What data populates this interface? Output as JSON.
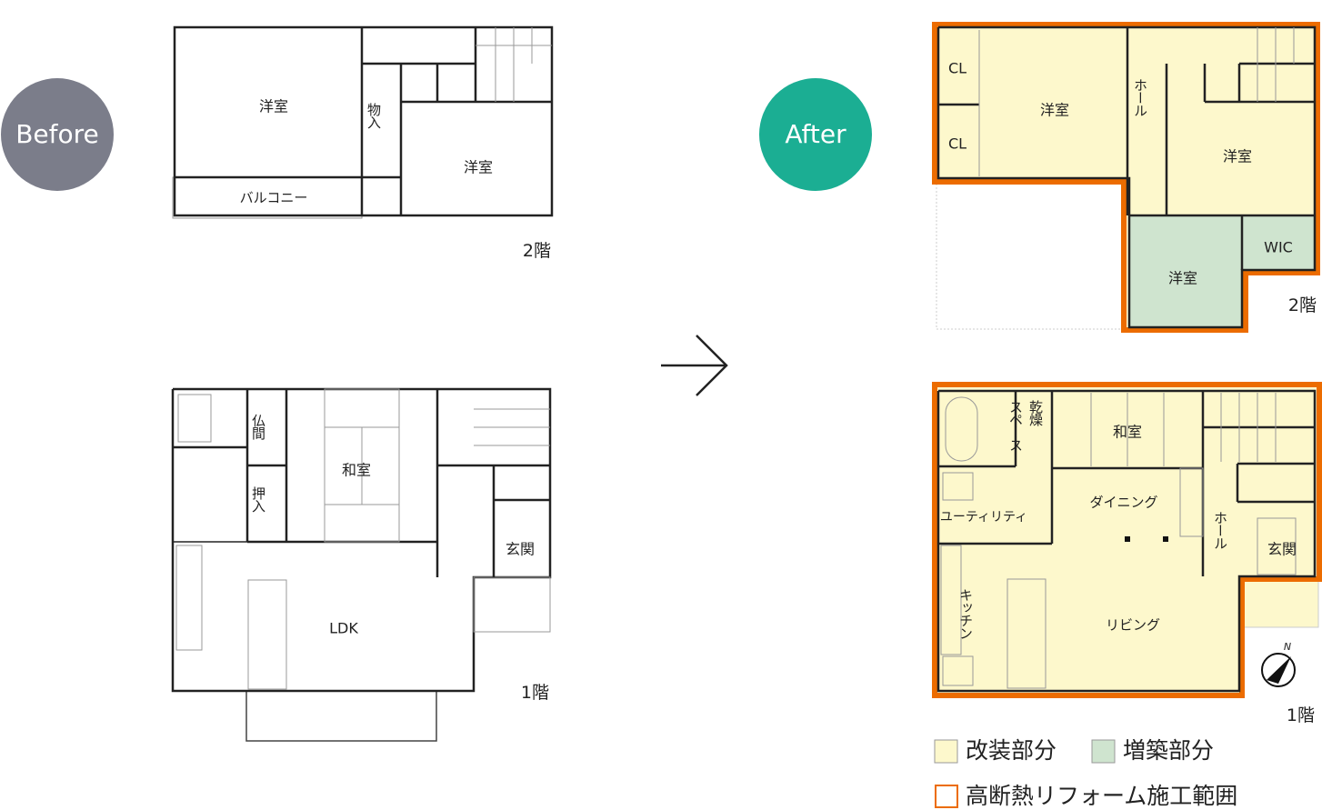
{
  "before": {
    "badge": "Before",
    "floor2": {
      "label": "2階",
      "rooms": {
        "western_left": "洋室",
        "storage": "物入",
        "western_right": "洋室",
        "balcony": "バルコニー"
      }
    },
    "floor1": {
      "label": "1階",
      "rooms": {
        "butsuma": "仏間",
        "oshiire": "押入",
        "washitsu": "和室",
        "genkan": "玄関",
        "ldk": "LDK"
      }
    }
  },
  "after": {
    "badge": "After",
    "floor2": {
      "label": "2階",
      "rooms": {
        "cl1": "CL",
        "cl2": "CL",
        "western_left": "洋室",
        "hall": "ホール",
        "western_right": "洋室",
        "western_new": "洋室",
        "wic": "WIC"
      }
    },
    "floor1": {
      "label": "1階",
      "rooms": {
        "drying": "乾燥",
        "space": "スペース",
        "washitsu": "和室",
        "dining": "ダイニング",
        "utility": "ユーティリティ",
        "hall": "ホール",
        "genkan": "玄関",
        "kitchen": "キッチン",
        "living": "リビング"
      },
      "compass": "N"
    }
  },
  "legend": {
    "renovated": "改装部分",
    "extension": "増築部分",
    "insulation_scope": "高断熱リフォーム施工範囲"
  },
  "colors": {
    "renovated": "#fdf8cc",
    "extension": "#cfe4cf",
    "insulation": "#ec6c00",
    "before_badge": "#7b7d8a",
    "after_badge": "#1bae93"
  }
}
